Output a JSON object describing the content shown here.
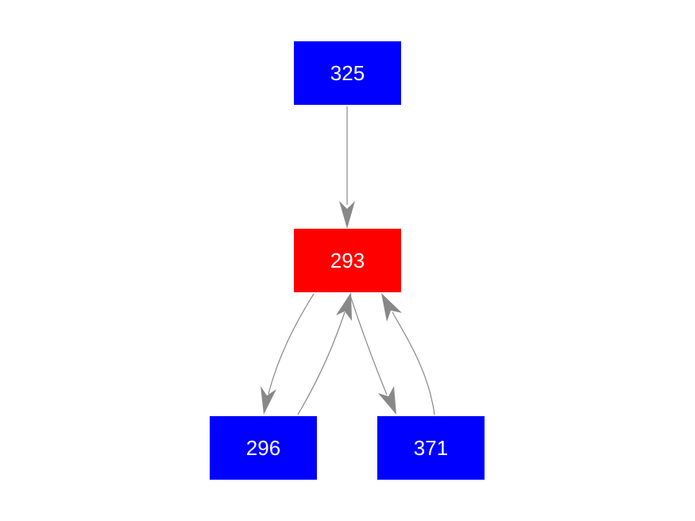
{
  "colors": {
    "node_default": "#0000ff",
    "node_highlight": "#ff0000",
    "edge": "#888888",
    "label": "#ffffff"
  },
  "nodes": [
    {
      "id": "n325",
      "label": "325",
      "color": "#0000ff"
    },
    {
      "id": "n293",
      "label": "293",
      "color": "#ff0000"
    },
    {
      "id": "n296",
      "label": "296",
      "color": "#0000ff"
    },
    {
      "id": "n371",
      "label": "371",
      "color": "#0000ff"
    }
  ],
  "edges": [
    {
      "from": "325",
      "to": "293"
    },
    {
      "from": "293",
      "to": "296"
    },
    {
      "from": "296",
      "to": "293"
    },
    {
      "from": "293",
      "to": "371"
    },
    {
      "from": "371",
      "to": "293"
    }
  ]
}
